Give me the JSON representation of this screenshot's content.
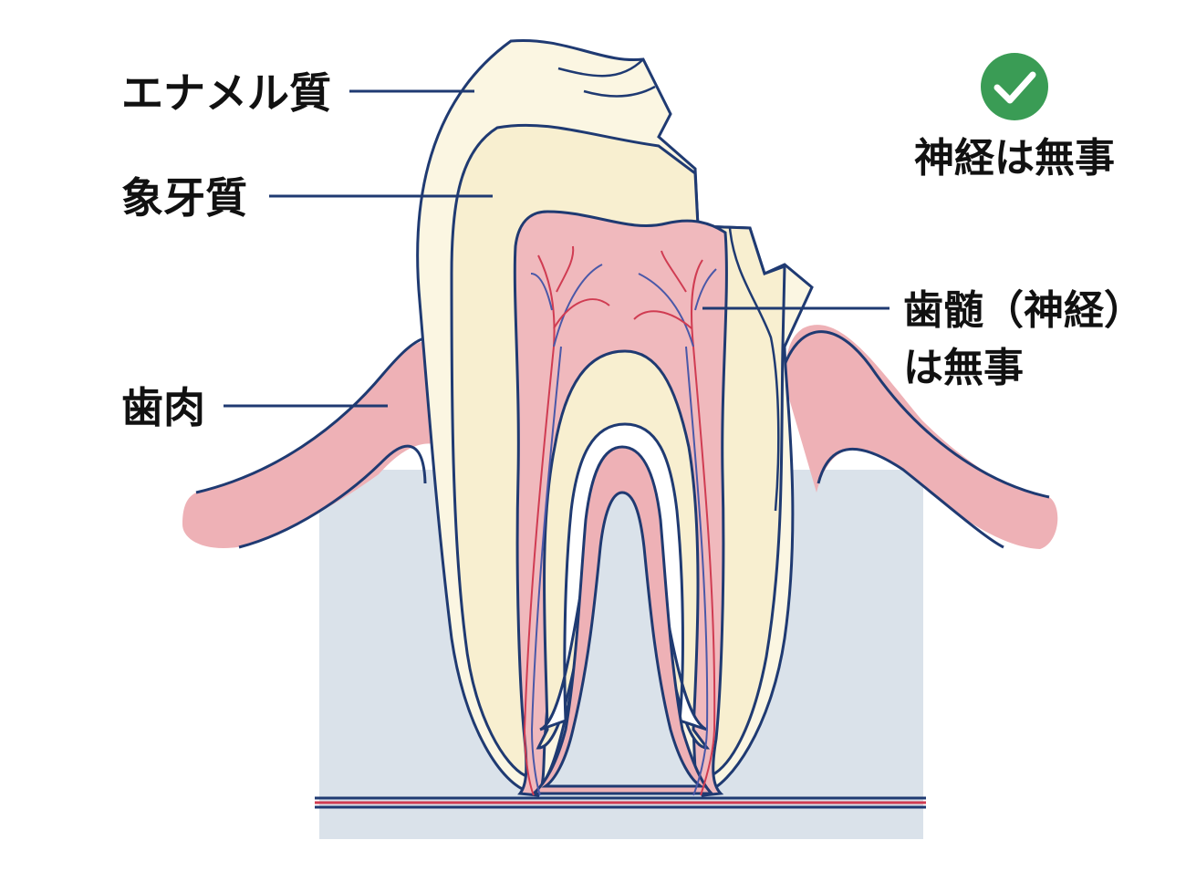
{
  "labels": {
    "enamel": "エナメル質",
    "dentin": "象牙質",
    "gum": "歯肉",
    "pulp_line1": "歯髄（神経）",
    "pulp_line2": "は無事"
  },
  "status": {
    "text": "神経は無事",
    "icon": "check-circle-icon"
  },
  "colors": {
    "enamel": "#fbf6e2",
    "dentin": "#f8efd0",
    "pulp": "#f0b9bd",
    "gum": "#eeb1b6",
    "bone": "#dae2ea",
    "outline": "#1f3a72",
    "nerve_red": "#d03c52",
    "nerve_blue": "#4a58a8",
    "check_green": "#3a9c55"
  }
}
